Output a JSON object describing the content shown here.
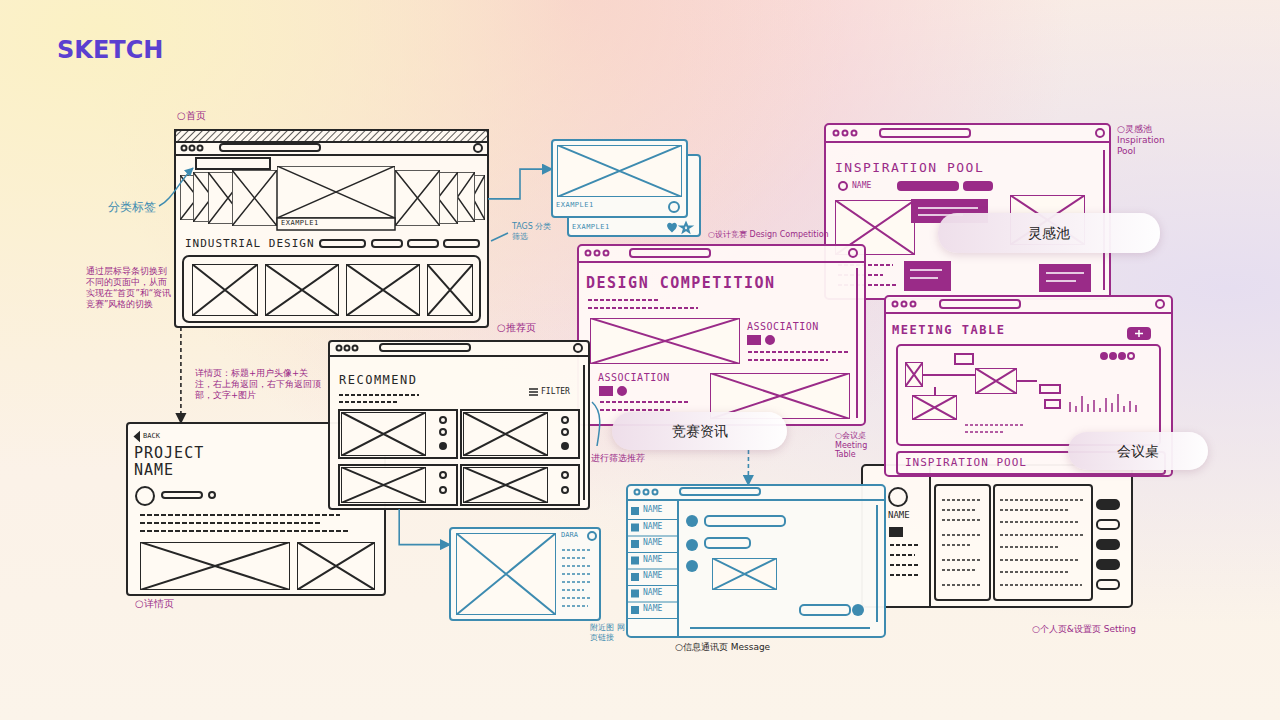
{
  "diagram": {
    "title": "SKETCH",
    "nodes": [
      {
        "text": [
          "○首页",
          "EXAMPLE1",
          "INDUSTRIAL DESIGN"
        ]
      },
      {
        "text": [
          "EXAMPLE1",
          "EXAMPLE1"
        ]
      },
      {
        "text": [
          "○灵感池 Inspiration Pool",
          "INSPIRATION POOL",
          "NAME"
        ]
      },
      {
        "text": [
          "灵感池"
        ]
      },
      {
        "text": [
          "○设计竞赛 Design Competition",
          "DESIGN COMPETITION",
          "ASSOCIATION",
          "ASSOCIATION"
        ]
      },
      {
        "text": [
          "MEETING TABLE",
          "INSPIRATION POOL",
          "○会议桌 Meeting Table"
        ]
      },
      {
        "text": [
          "会议桌"
        ]
      },
      {
        "text": [
          "○推荐页",
          "RECOMMEND",
          "FILTER"
        ]
      },
      {
        "text": [
          "BACK",
          "PROJECT NAME",
          "○详情页"
        ]
      },
      {
        "text": [
          "竞赛资讯"
        ]
      },
      {
        "text": [
          "DARA"
        ]
      },
      {
        "text": [
          "NAME",
          "NAME",
          "NAME",
          "NAME",
          "NAME",
          "NAME",
          "NAME",
          "○信息通讯页 Message"
        ]
      },
      {
        "text": [
          "NAME",
          "○个人页&设置页 Setting"
        ]
      }
    ],
    "edges": [
      {
        "from": 0,
        "to": 1,
        "arrow": "to"
      },
      {
        "from": 0,
        "to": 8,
        "arrow": "to"
      },
      {
        "from": 7,
        "to": 10,
        "arrow": "to"
      },
      {
        "from": 9,
        "to": 11,
        "arrow": "to"
      }
    ],
    "labels": [
      "分类标签",
      "通过层标导条切换到不同的页面中，从而实现在“首页”和“资讯竞赛”风格的切换",
      "TAGS 分类筛选",
      "详情页：标题+用户头像+关注，右上角返回，右下角返回顶部，文字+图片",
      "进行筛选推荐",
      "附近图 网页链接"
    ]
  }
}
